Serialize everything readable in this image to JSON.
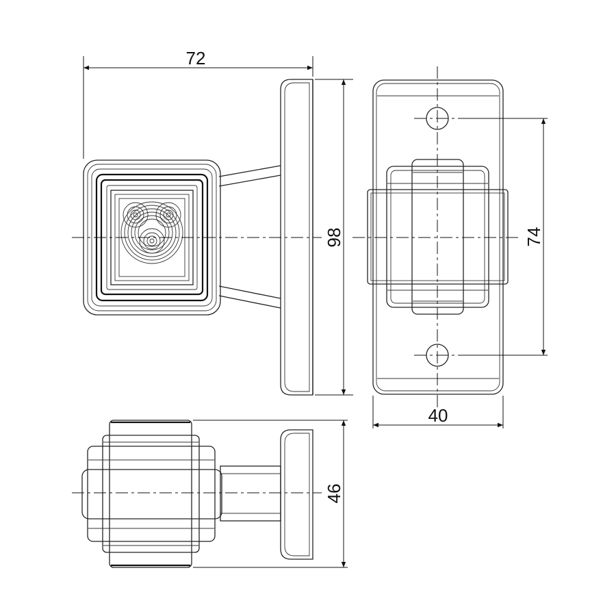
{
  "drawing": {
    "dimensions": {
      "top_width": "72",
      "side_height": "98",
      "hole_spacing": "74",
      "back_width": "40",
      "bottom_height": "46"
    }
  }
}
